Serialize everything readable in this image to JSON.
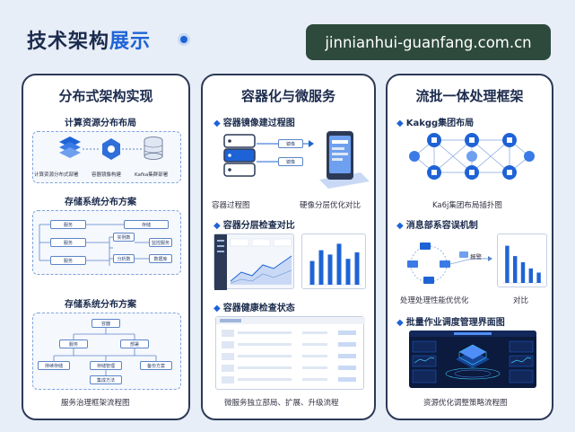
{
  "header": {
    "title_main": "技术架构",
    "title_accent": "展示",
    "watermark": "jinnianhui-guanfang.com.cn"
  },
  "colors": {
    "accent": "#1e63d6",
    "panel_border": "#2c3a57",
    "bar": "#1e63d6"
  },
  "panel1": {
    "title": "分布式架构实现",
    "section1": {
      "title": "计算资源分布布局",
      "nodes": [
        "计算资源分布式部署",
        "容器镜像构建",
        "Kafka集群部署"
      ]
    },
    "section2": {
      "title": "存储系统分布方案",
      "left_boxes": [
        "服务",
        "服务",
        "服务"
      ],
      "right_boxes": [
        "存储",
        "实例数",
        "监控服务",
        "分析数",
        "数据库"
      ]
    },
    "section3": {
      "title": "存储系统分布方案",
      "nodes": [
        "容器",
        "服务",
        "部署",
        "持续存储",
        "存储管理",
        "备份方案",
        "集成方法"
      ],
      "caption": "服务治理框架流程图"
    }
  },
  "panel2": {
    "title": "容器化与微服务",
    "section1": {
      "title": "容器镜像建过程图",
      "tags": [
        "镜像",
        "镜像"
      ],
      "caption_left": "容器过程图",
      "caption_right": "硬像分层优化对比"
    },
    "section2": {
      "title": "容器分层检查对比",
      "bars": [
        0.55,
        0.8,
        0.7,
        0.95,
        0.6,
        0.75
      ]
    },
    "section3": {
      "title": "容器健康检查状态",
      "caption": "微服务独立部局、扩展、升级流程"
    }
  },
  "panel3": {
    "title": "流批一体处理框架",
    "section1": {
      "title": "Kakgg集团布局",
      "caption": "Ka6j集团布局插扑图"
    },
    "section2": {
      "title": "消息部系容误机制",
      "label": "报警",
      "caption_left": "处理处理性能优优化",
      "caption_right": "对比",
      "bars": [
        0.9,
        0.65,
        0.5,
        0.35,
        0.25
      ]
    },
    "section3": {
      "title": "批量作业调度管理界面图",
      "caption": "资源优化调整策略流程图"
    }
  }
}
